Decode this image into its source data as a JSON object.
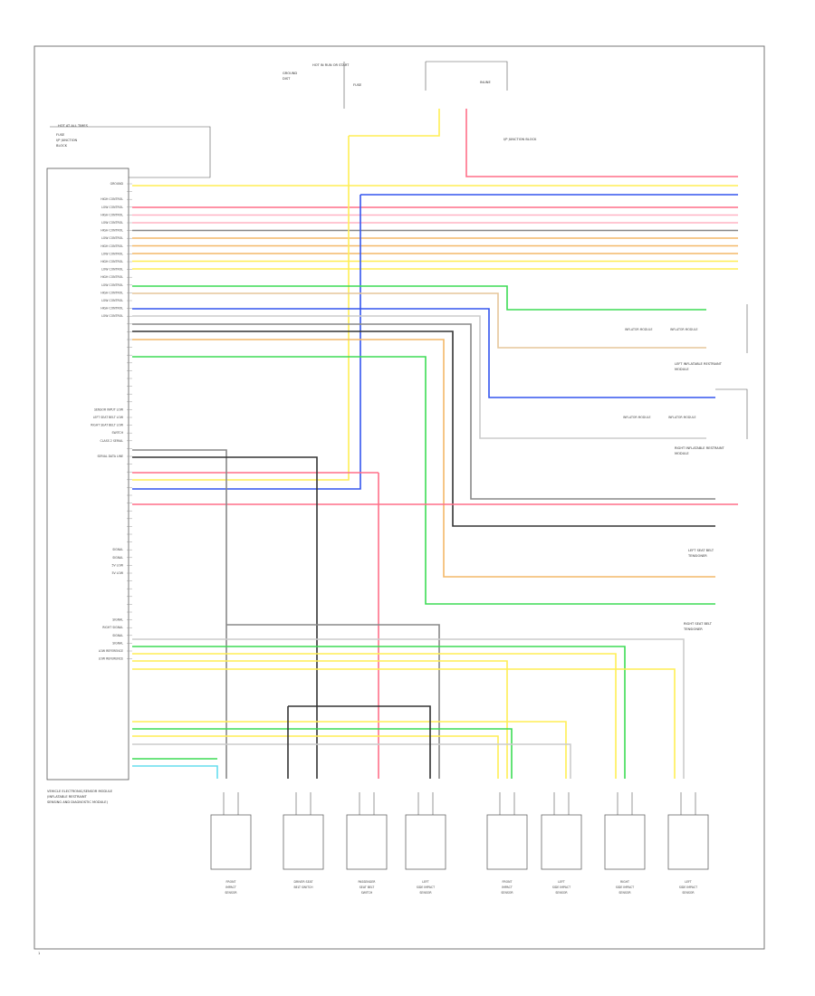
{
  "colors": {
    "red": "#ff6f88",
    "pink": "#ffb3c4",
    "yellow": "#ffee55",
    "blue": "#3355ee",
    "orange": "#f4b868",
    "green": "#3ddc55",
    "grey": "#888888",
    "black": "#333333",
    "cyan": "#66ddee",
    "white": "#cccccc",
    "tan": "#e6c69a"
  },
  "module": {
    "label": "VEHICLE ELECTRONIC/SENSOR MODULE",
    "sub1": "(INFLATABLE RESTRAINT",
    "sub2": "SENSING AND DIAGNOSTIC MODULE)"
  },
  "fuse_block": {
    "line1": "HOT AT ALL TIMES",
    "line2": "FUSE",
    "line3": "I/P JUNCTION",
    "line4": "BLOCK"
  },
  "top_labels": {
    "tl1": "HOT IN RUN OR START",
    "tl2": "GROUND",
    "tl3": "DIST",
    "tl4": "FUSE",
    "tl5": "INLINE",
    "tl6": "I/P JUNCTION BLOCK"
  },
  "pins": [
    "GROUND",
    "",
    "HIGH CONTROL",
    "LOW CONTROL",
    "HIGH CONTROL",
    "LOW CONTROL",
    "HIGH CONTROL",
    "LOW CONTROL",
    "HIGH CONTROL",
    "LOW CONTROL",
    "HIGH CONTROL",
    "LOW CONTROL",
    "HIGH CONTROL",
    "LOW CONTROL",
    "HIGH CONTROL",
    "LOW CONTROL",
    "HIGH CONTROL",
    "LOW CONTROL",
    "",
    "",
    "",
    "",
    "",
    "",
    "",
    "",
    "",
    "",
    "",
    "SENSOR INPUT LOW",
    "LEFT SEAT BELT LOW",
    "RIGHT SEAT BELT LOW",
    "SWITCH",
    "CLASS 2 SERIAL",
    "",
    "SERIAL DATA LINE",
    "",
    "",
    "",
    "",
    "",
    "",
    "",
    "",
    "",
    "",
    "",
    "SIGNAL",
    "SIGNAL",
    "5V LOW",
    "5V LOW",
    "",
    "",
    "",
    "",
    "",
    "SIGNAL",
    "RIGHT SIGNAL",
    "SIGNAL",
    "SIGNAL",
    "LOW REFERENCE",
    "LOW REFERENCE"
  ],
  "connectors": {
    "c1": "INFLATOR MODULE",
    "c2": "INFLATOR MODULE",
    "c3": "INFLATOR MODULE",
    "c4": "INFLATOR MODULE"
  },
  "right_labels": {
    "r1": "LEFT INFLATABLE RESTRAINT",
    "r2": "MODULE",
    "r3": "RIGHT INFLATABLE RESTRAINT",
    "r4": "MODULE",
    "r5": "LEFT SEAT BELT",
    "r6": "TENSIONER",
    "r7": "RIGHT SEAT BELT",
    "r8": "TENSIONER"
  },
  "bottom_devices": [
    {
      "l1": "FRONT",
      "l2": "IMPACT",
      "l3": "SENSOR"
    },
    {
      "l1": "DRIVER SEAT",
      "l2": "BELT SWITCH",
      "l3": ""
    },
    {
      "l1": "PASSENGER",
      "l2": "SEAT BELT",
      "l3": "SWITCH"
    },
    {
      "l1": "LEFT",
      "l2": "SIDE IMPACT",
      "l3": "SENSOR"
    },
    {
      "l1": "FRONT",
      "l2": "IMPACT",
      "l3": "SENSOR"
    },
    {
      "l1": "LEFT",
      "l2": "SIDE IMPACT",
      "l3": "SENSOR"
    },
    {
      "l1": "RIGHT",
      "l2": "SIDE IMPACT",
      "l3": "SENSOR"
    },
    {
      "l1": "LEFT",
      "l2": "SIDE IMPACT",
      "l3": "SENSOR"
    }
  ],
  "page_number": "1"
}
